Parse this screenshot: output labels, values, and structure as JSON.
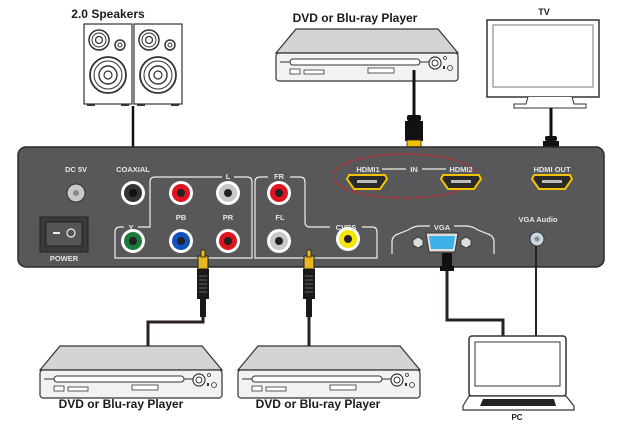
{
  "devices": {
    "speakers": {
      "label": "2.0 Speakers"
    },
    "dvd_top": {
      "label": "DVD or Blu-ray Player"
    },
    "tv": {
      "label": "TV"
    },
    "dvd_left": {
      "label": "DVD or Blu-ray Player"
    },
    "dvd_middle": {
      "label": "DVD or Blu-ray Player"
    },
    "pc": {
      "label": "PC"
    }
  },
  "panel": {
    "dc_label": "DC 5V",
    "power_label": "POWER",
    "coaxial_label": "COAXIAL",
    "component_group_label": "L",
    "y_label": "Y",
    "pb_label": "PB",
    "pr_label": "PR",
    "fr_label": "FR",
    "fl_label": "FL",
    "cvbs_label": "CVBS",
    "hdmi1_label": "HDMI1",
    "in_label": "IN",
    "hdmi2_label": "HDMI2",
    "hdmi_out_label": "HDMI OUT",
    "vga_label": "VGA",
    "vga_audio_label": "VGA Audio"
  },
  "colors": {
    "panel": "#58585a",
    "hdmi_gold": "#f2c200",
    "highlight_ellipse": "#d42020",
    "rca_red": "#e0141e",
    "rca_white": "#c8c8c8",
    "rca_green": "#1a7a3a",
    "rca_blue": "#1050c0",
    "rca_yellow": "#f5e600",
    "vga_blue": "#3cb0e8"
  }
}
